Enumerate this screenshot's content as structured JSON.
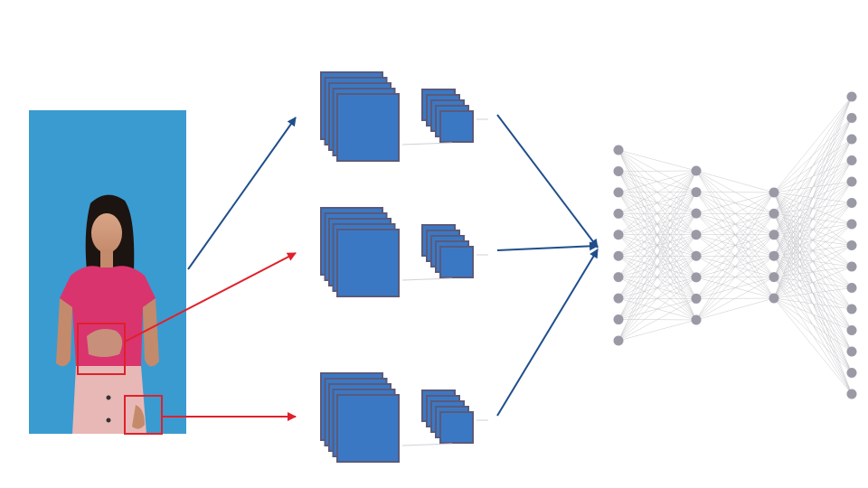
{
  "figure": {
    "photo": {
      "subject": "person-signing-photo",
      "background_color": "#3a9bd0",
      "highlight_color": "#e0202a"
    },
    "branches": [
      {
        "id": "whole-frame",
        "arrow_color": "#1f4e8c"
      },
      {
        "id": "hand-crop",
        "arrow_color": "#e0202a"
      },
      {
        "id": "lower-crop",
        "arrow_color": "#e0202a"
      }
    ],
    "cnn_block_color": "#3b78c4",
    "cnn_edge_color": "#5a5a7a",
    "merge_arrow_color": "#1f4e8c",
    "network": {
      "layers": [
        10,
        8,
        6,
        15
      ],
      "node_color": "#9a9aa6",
      "edge_color": "#c8c8cc"
    }
  }
}
